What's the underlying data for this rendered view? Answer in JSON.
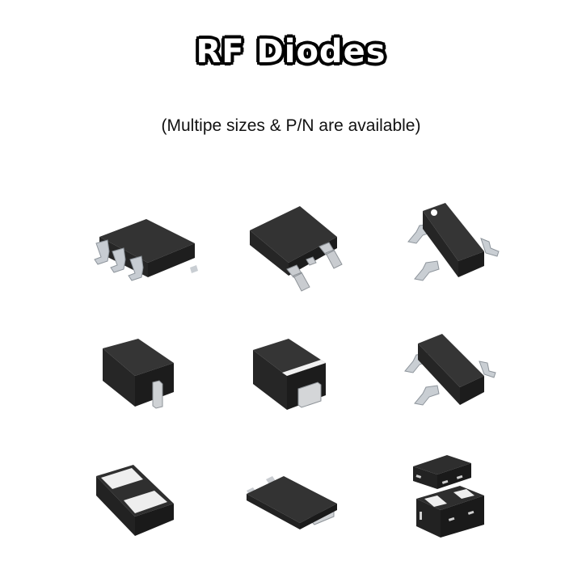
{
  "header": {
    "title": "RF Diodes",
    "subtitle": "(Multipe sizes & P/N are available)"
  },
  "colors": {
    "background": "#ffffff",
    "title_fill": "#ffffff",
    "title_outline": "#000000",
    "subtitle_text": "#111111",
    "package_body": "#2b2b2b",
    "package_lead": "#c8ccd0",
    "cathode_band": "#f2f2f2"
  },
  "packages": [
    {
      "row": 1,
      "col": 1,
      "name": "6-lead SOT package",
      "icon": "sot-6-package-icon"
    },
    {
      "row": 1,
      "col": 2,
      "name": "DPAK package",
      "icon": "dpak-package-icon"
    },
    {
      "row": 1,
      "col": 3,
      "name": "SOT-23 package (with pin-1 dot)",
      "icon": "sot-23-dot-package-icon"
    },
    {
      "row": 2,
      "col": 1,
      "name": "SOD-323 style package",
      "icon": "sod-package-icon"
    },
    {
      "row": 2,
      "col": 2,
      "name": "SMA/SMB package with cathode band",
      "icon": "sma-package-icon"
    },
    {
      "row": 2,
      "col": 3,
      "name": "SOT-23 package",
      "icon": "sot-23-package-icon"
    },
    {
      "row": 3,
      "col": 1,
      "name": "DFN 2-pad leadless package",
      "icon": "dfn-package-icon"
    },
    {
      "row": 3,
      "col": 2,
      "name": "PowerDI flat package",
      "icon": "powerdi-package-icon"
    },
    {
      "row": 3,
      "col": 3,
      "name": "Dual leadless package (top and bottom view)",
      "icon": "dual-leadless-package-icon"
    }
  ]
}
